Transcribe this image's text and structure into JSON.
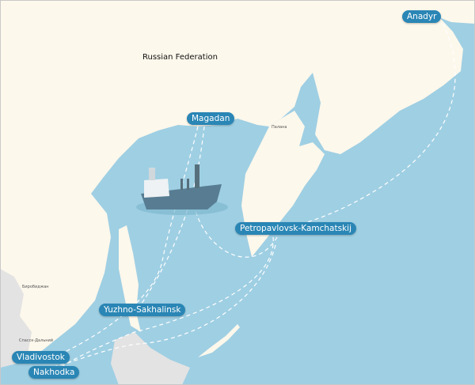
{
  "map": {
    "country_label": "Russian Federation",
    "small_labels": [
      "Биробиджан",
      "Спасск-Дальний",
      "Палана"
    ],
    "ports": [
      "Anadyr",
      "Magadan",
      "Petropavlovsk-Kamchatskij",
      "Yuzhno-Sakhalinsk",
      "Vladivostok",
      "Nakhodka"
    ],
    "colors": {
      "sea": "#9fcfe3",
      "land": "#fdf8ec",
      "foreign_land": "#e3e3e3",
      "pill": "#2a86b5",
      "route": "#ffffff"
    }
  }
}
